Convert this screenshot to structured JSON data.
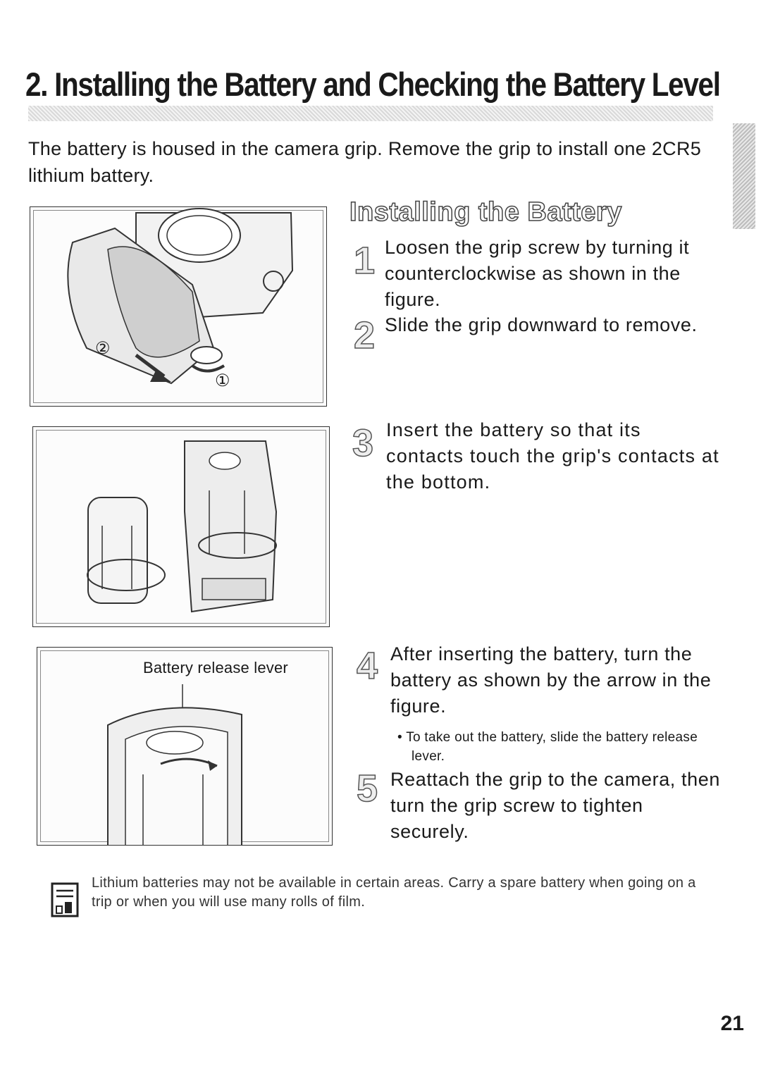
{
  "header": {
    "title": "2. Installing the Battery and Checking the Battery Level"
  },
  "intro": {
    "text": "The battery is housed in the camera grip. Remove the grip to install one 2CR5 lithium battery."
  },
  "section": {
    "subheading": "Installing the Battery"
  },
  "steps": [
    {
      "number": "1",
      "text": "Loosen the grip screw by turning it counterclockwise as shown in the figure."
    },
    {
      "number": "2",
      "text": "Slide the grip downward to remove."
    },
    {
      "number": "3",
      "text": "Insert the battery so that its contacts touch the grip's contacts at the bottom."
    },
    {
      "number": "4",
      "text": "After inserting the battery, turn the battery as shown by the arrow in the figure."
    },
    {
      "number": "5",
      "text": "Reattach the grip to the camera, then turn the grip screw to tighten securely."
    }
  ],
  "step4_note": "To take out the battery, slide the battery release lever.",
  "figures": {
    "fig1": {
      "callout_2": "②",
      "callout_1": "①"
    },
    "fig3": {
      "label": "Battery release lever"
    }
  },
  "tip": {
    "text": "Lithium batteries may not be available in certain areas. Carry a spare battery when going on a trip or when you will use many rolls of film."
  },
  "page_number": "21"
}
